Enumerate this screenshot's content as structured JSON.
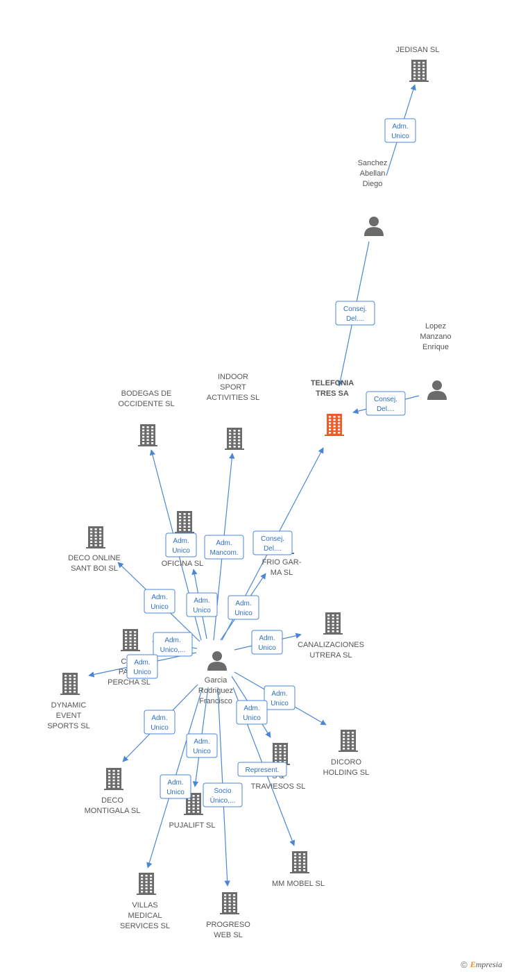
{
  "colors": {
    "edge": "#4a86d4",
    "company": "#6b6b6b",
    "focus": "#f15a29",
    "person": "#6b6b6b"
  },
  "nodes": [
    {
      "id": "jedisan",
      "type": "company",
      "label": [
        "JEDISAN SL"
      ]
    },
    {
      "id": "sanchez",
      "type": "person",
      "label": [
        "Sanchez",
        "Abellan",
        "Diego"
      ]
    },
    {
      "id": "lopez",
      "type": "person",
      "label": [
        "Lopez",
        "Manzano",
        "Enrique"
      ]
    },
    {
      "id": "telefonia",
      "type": "focus",
      "label": [
        "TELEFONIA",
        "TRES SA"
      ]
    },
    {
      "id": "bodegas",
      "type": "company",
      "label": [
        "BODEGAS DE",
        "OCCIDENTE SL"
      ]
    },
    {
      "id": "indoor",
      "type": "company",
      "label": [
        "INDOOR",
        "SPORT",
        "ACTIVITIES SL"
      ]
    },
    {
      "id": "oficina",
      "type": "company",
      "label": [
        "S",
        "OFICINA SL"
      ]
    },
    {
      "id": "frio",
      "type": "company",
      "label": [
        "FRIO GAR-",
        "MA SL"
      ]
    },
    {
      "id": "decoonline",
      "type": "company",
      "label": [
        "DECO ONLINE",
        "SANT BOI SL"
      ]
    },
    {
      "id": "canal",
      "type": "company",
      "label": [
        "CANALIZACIONES",
        "UTRERA SL"
      ]
    },
    {
      "id": "cube",
      "type": "company",
      "label": [
        "CUB",
        "PACO",
        "PERCHA SL"
      ]
    },
    {
      "id": "garcia",
      "type": "person",
      "label": [
        "Garcia",
        "Rodriguez",
        "Francisco"
      ]
    },
    {
      "id": "dynamic",
      "type": "company",
      "label": [
        "DYNAMIC",
        "EVENT",
        "SPORTS SL"
      ]
    },
    {
      "id": "dicoro",
      "type": "company",
      "label": [
        "DICORO",
        "HOLDING SL"
      ]
    },
    {
      "id": "travie",
      "type": "company",
      "label": [
        "S &",
        "TRAVIESOS SL"
      ]
    },
    {
      "id": "decomont",
      "type": "company",
      "label": [
        "DECO",
        "MONTIGALA SL"
      ]
    },
    {
      "id": "pujalift",
      "type": "company",
      "label": [
        "PUJALIFT SL"
      ]
    },
    {
      "id": "mmmobel",
      "type": "company",
      "label": [
        "MM MOBEL SL"
      ]
    },
    {
      "id": "villas",
      "type": "company",
      "label": [
        "VILLAS",
        "MEDICAL",
        "SERVICES SL"
      ]
    },
    {
      "id": "progreso",
      "type": "company",
      "label": [
        "PROGRESO",
        "WEB SL"
      ]
    }
  ],
  "edges": [
    {
      "from": "sanchez",
      "to": "jedisan",
      "role": [
        "Adm.",
        "Unico"
      ]
    },
    {
      "from": "sanchez",
      "to": "telefonia",
      "role": [
        "Consej.",
        "Del...."
      ]
    },
    {
      "from": "lopez",
      "to": "telefonia",
      "role": [
        "Consej.",
        "Del...."
      ]
    },
    {
      "from": "garcia",
      "to": "bodegas",
      "role": [
        "Adm.",
        "Unico"
      ]
    },
    {
      "from": "garcia",
      "to": "indoor",
      "role": [
        "Adm.",
        "Mancom."
      ]
    },
    {
      "from": "garcia",
      "to": "telefonia",
      "role": [
        "Consej.",
        "Del...."
      ]
    },
    {
      "from": "garcia",
      "to": "decoonline",
      "role": [
        "Adm.",
        "Unico"
      ]
    },
    {
      "from": "garcia",
      "to": "oficina",
      "role": [
        "Adm.",
        "Unico"
      ]
    },
    {
      "from": "garcia",
      "to": "frio",
      "role": [
        "Adm.",
        "Unico"
      ]
    },
    {
      "from": "garcia",
      "to": "canal",
      "role": [
        "Adm.",
        "Unico"
      ]
    },
    {
      "from": "garcia",
      "to": "cube",
      "role": [
        "Adm.",
        "Unico,..."
      ]
    },
    {
      "from": "garcia",
      "to": "dynamic",
      "role": [
        "Adm.",
        "Unico"
      ]
    },
    {
      "from": "garcia",
      "to": "dicoro",
      "role": [
        "Adm.",
        "Unico"
      ]
    },
    {
      "from": "garcia",
      "to": "travie",
      "role": [
        "Adm.",
        "Unico"
      ]
    },
    {
      "from": "garcia",
      "to": "decomont",
      "role": [
        "Adm.",
        "Unico"
      ]
    },
    {
      "from": "garcia",
      "to": "pujalift",
      "role": [
        "Adm.",
        "Unico"
      ]
    },
    {
      "from": "garcia",
      "to": "mmmobel",
      "role": [
        "Represent."
      ]
    },
    {
      "from": "garcia",
      "to": "villas",
      "role": [
        "Adm.",
        "Unico"
      ]
    },
    {
      "from": "garcia",
      "to": "progreso",
      "role": [
        "Socio",
        "Único,..."
      ]
    }
  ],
  "footer": {
    "copyright": "©",
    "brand_e": "E",
    "brand_rest": "mpresia"
  }
}
